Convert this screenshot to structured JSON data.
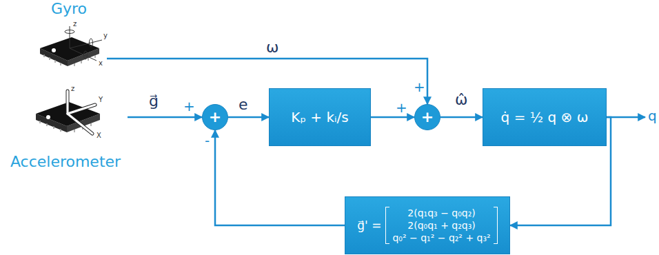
{
  "diagram": {
    "nodes": [
      {
        "text": [
          "Gyro"
        ]
      },
      {
        "text": [
          "Accelerometer"
        ]
      },
      {
        "text": [
          "+"
        ]
      },
      {
        "text": [
          "Kₚ + kᵢ/s"
        ]
      },
      {
        "text": [
          "+"
        ]
      },
      {
        "text": [
          "q̇ = ½ q ⊗ ω"
        ]
      },
      {
        "text": [
          "g⃗' =",
          "2(q₁q₃ − q₀q₂)",
          "2(q₀q₁ + q₂q₃)",
          "q₀² − q₁² − q₂² + q₃²"
        ]
      }
    ],
    "edges": [
      {
        "from": 0,
        "to": 4,
        "label": "ω",
        "arrow": "to"
      },
      {
        "from": 1,
        "to": 2,
        "label": "g⃗",
        "arrow": "to"
      },
      {
        "from": 2,
        "to": 3,
        "label": "e",
        "arrow": "to"
      },
      {
        "from": 3,
        "to": 4,
        "arrow": "to"
      },
      {
        "from": 4,
        "to": 5,
        "label": "ω̂",
        "arrow": "to"
      },
      {
        "from": 5,
        "to": 6,
        "arrow": "to"
      },
      {
        "from": 6,
        "to": 2,
        "arrow": "to"
      }
    ],
    "labels": [
      "z",
      "y",
      "x",
      "z",
      "Y",
      "X",
      "+",
      "+",
      "+",
      "-",
      "q"
    ]
  }
}
